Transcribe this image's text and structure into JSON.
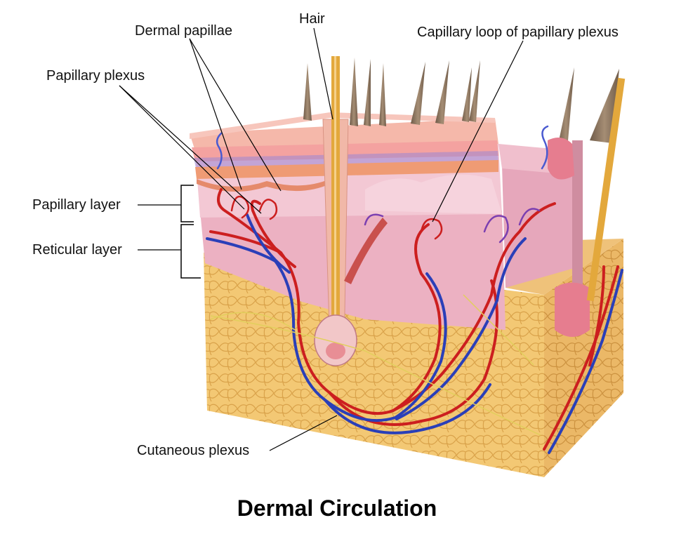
{
  "title": "Dermal Circulation",
  "labels": {
    "hair": "Hair",
    "dermal_papillae": "Dermal papillae",
    "capillary_loop": "Capillary loop of papillary plexus",
    "papillary_plexus": "Papillary plexus",
    "papillary_layer": "Papillary layer",
    "reticular_layer": "Reticular layer",
    "cutaneous_plexus": "Cutaneous plexus"
  },
  "colors": {
    "epidermis": "#f3b3a8",
    "papillary_dermis": "#f0c2cf",
    "reticular_dermis": "#e8a9bc",
    "hypodermis_fat": "#f2c46e",
    "artery": "#cc1f1f",
    "vein": "#2a3fb8",
    "hair": "#8a7560",
    "hair_shaft": "#e3a83c",
    "leader_line": "#000000"
  }
}
